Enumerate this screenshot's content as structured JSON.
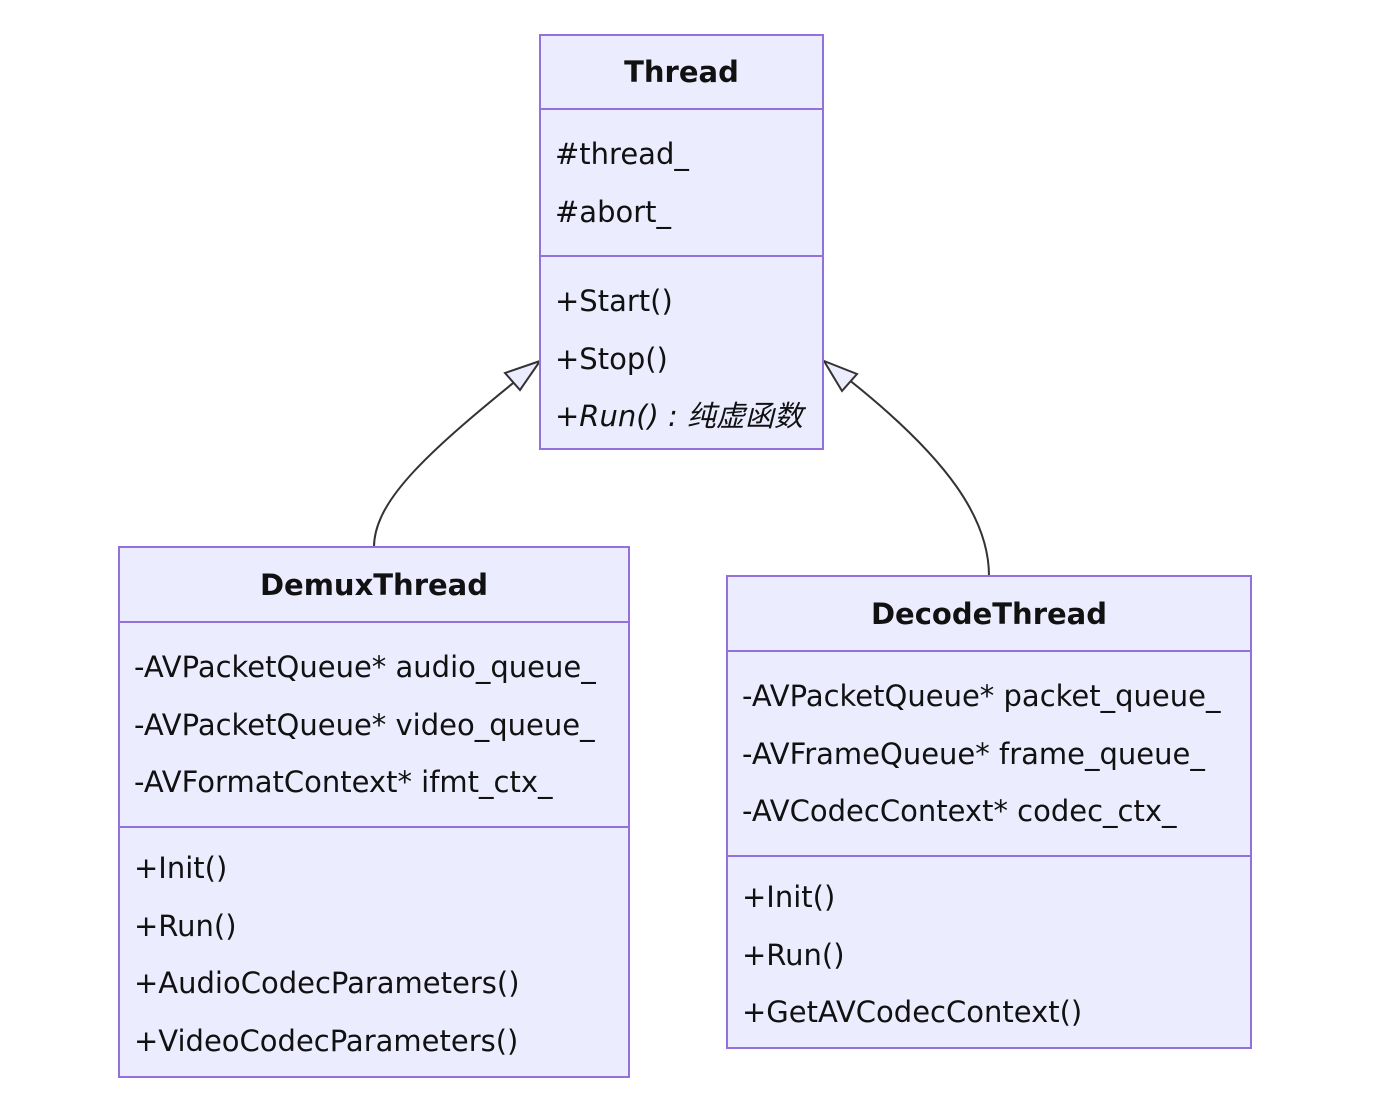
{
  "colors": {
    "class_fill": "#ececff",
    "class_border": "#9370db",
    "line": "#333333",
    "text": "#111111"
  },
  "classes": {
    "thread": {
      "name": "Thread",
      "attributes": [
        "#thread_",
        "#abort_"
      ],
      "methods": [
        "+Start()",
        "+Stop()",
        "+Run() : 纯虚函数"
      ]
    },
    "demux": {
      "name": "DemuxThread",
      "attributes": [
        "-AVPacketQueue* audio_queue_",
        "-AVPacketQueue* video_queue_",
        "-AVFormatContext* ifmt_ctx_"
      ],
      "methods": [
        "+Init()",
        "+Run()",
        "+AudioCodecParameters()",
        "+VideoCodecParameters()"
      ]
    },
    "decode": {
      "name": "DecodeThread",
      "attributes": [
        "-AVPacketQueue* packet_queue_",
        "-AVFrameQueue* frame_queue_",
        "-AVCodecContext* codec_ctx_"
      ],
      "methods": [
        "+Init()",
        "+Run()",
        "+GetAVCodecContext()"
      ]
    }
  },
  "relations": [
    {
      "from": "DemuxThread",
      "to": "Thread",
      "type": "inheritance"
    },
    {
      "from": "DecodeThread",
      "to": "Thread",
      "type": "inheritance"
    }
  ]
}
